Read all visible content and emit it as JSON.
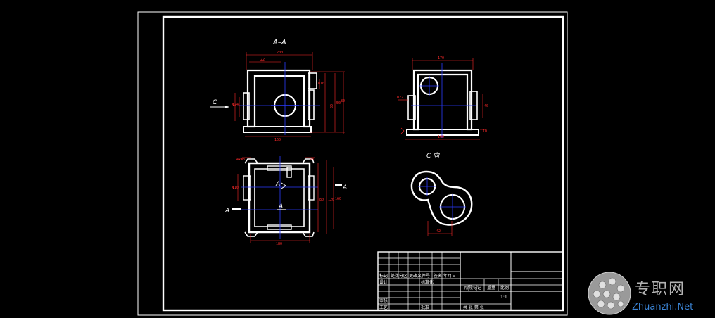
{
  "views": {
    "section_aa_label": "A–A",
    "view_c_label": "C 向",
    "arrow_c_label": "C",
    "arrow_a_left_label": "A",
    "arrow_a_right_label": "A",
    "section_mark_top": "A",
    "section_mark_bottom": "A"
  },
  "title_block": {
    "row_headers": [
      "标记",
      "处数",
      "分区",
      "更改文件号",
      "签名",
      "年月日"
    ],
    "design": "设计",
    "standardization": "标准化",
    "check": "审核",
    "process": "工艺",
    "approve": "批准",
    "stage_mark": "阶段标记",
    "weight": "重量",
    "scale_label": "比例",
    "scale_value": "1:1",
    "sheets": "共  张 第  张"
  },
  "watermark": {
    "cn_text": "专职网",
    "en_text": "Zhuanzhi.Net"
  },
  "colors": {
    "background": "#000000",
    "outline": "#ffffff",
    "dimension": "#ff2a2a",
    "centerline": "#2b3bff",
    "watermark_cn": "#b3b3b3",
    "watermark_en": "#3c86d8"
  }
}
